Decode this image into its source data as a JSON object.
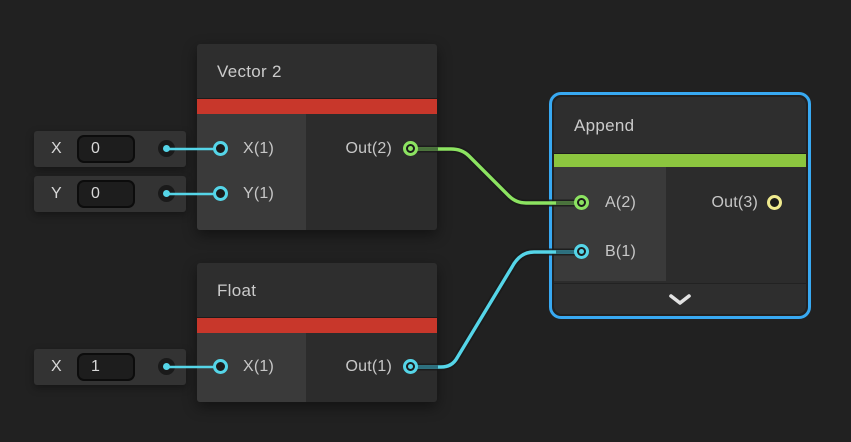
{
  "app": {
    "name": "Shader Graph node canvas"
  },
  "colors": {
    "canvas_bg": "#212121",
    "node_title_bg": "#2e2e2e",
    "node_input_column_bg": "#3a3a3a",
    "node_output_column_bg": "#2c2c2c",
    "accent_red": "#c8372b",
    "accent_green": "#8cc63f",
    "type_cyan": "#55d5e8",
    "type_green": "#8ce361",
    "type_yellow": "#efea8e",
    "selection_blue": "#38a9f2"
  },
  "nodes": [
    {
      "title": "Vector 2",
      "accent_color": "#c8372b",
      "inputs": [
        "X(1)",
        "Y(1)"
      ],
      "outputs": [
        "Out(2)"
      ],
      "selected": false
    },
    {
      "title": "Float",
      "accent_color": "#c8372b",
      "inputs": [
        "X(1)"
      ],
      "outputs": [
        "Out(1)"
      ],
      "selected": false
    },
    {
      "title": "Append",
      "accent_color": "#8cc63f",
      "inputs": [
        "A(2)",
        "B(1)"
      ],
      "outputs": [
        "Out(3)"
      ],
      "selected": true,
      "collapse_icon": "chevron-down"
    }
  ],
  "inline_controls": [
    {
      "label": "X",
      "value": "0"
    },
    {
      "label": "Y",
      "value": "0"
    },
    {
      "label": "X",
      "value": "1"
    }
  ],
  "edges": [
    {
      "from": "Vector 2 / Out(2)",
      "to": "Append / A(2)",
      "color": "#8ce361"
    },
    {
      "from": "Float / Out(1)",
      "to": "Append / B(1)",
      "color": "#55d5e8"
    }
  ]
}
